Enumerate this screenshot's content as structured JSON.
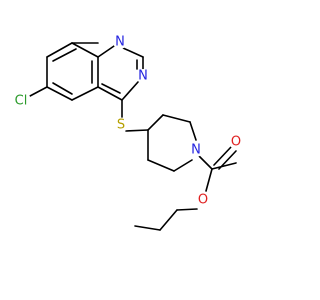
{
  "molecule": {
    "atoms": {
      "n_top": {
        "symbol": "N",
        "color": "#2424e0"
      },
      "n_mid": {
        "symbol": "N",
        "color": "#2424e0"
      },
      "n_pip": {
        "symbol": "N",
        "color": "#2424e0"
      },
      "cl": {
        "symbol": "Cl",
        "color": "#2a9a2a"
      },
      "s": {
        "symbol": "S",
        "color": "#b5a000"
      },
      "o_carbonyl": {
        "symbol": "O",
        "color": "#e02020"
      },
      "o_ester": {
        "symbol": "O",
        "color": "#e02020"
      }
    },
    "bond_color": "#000000",
    "background": "#ffffff"
  }
}
